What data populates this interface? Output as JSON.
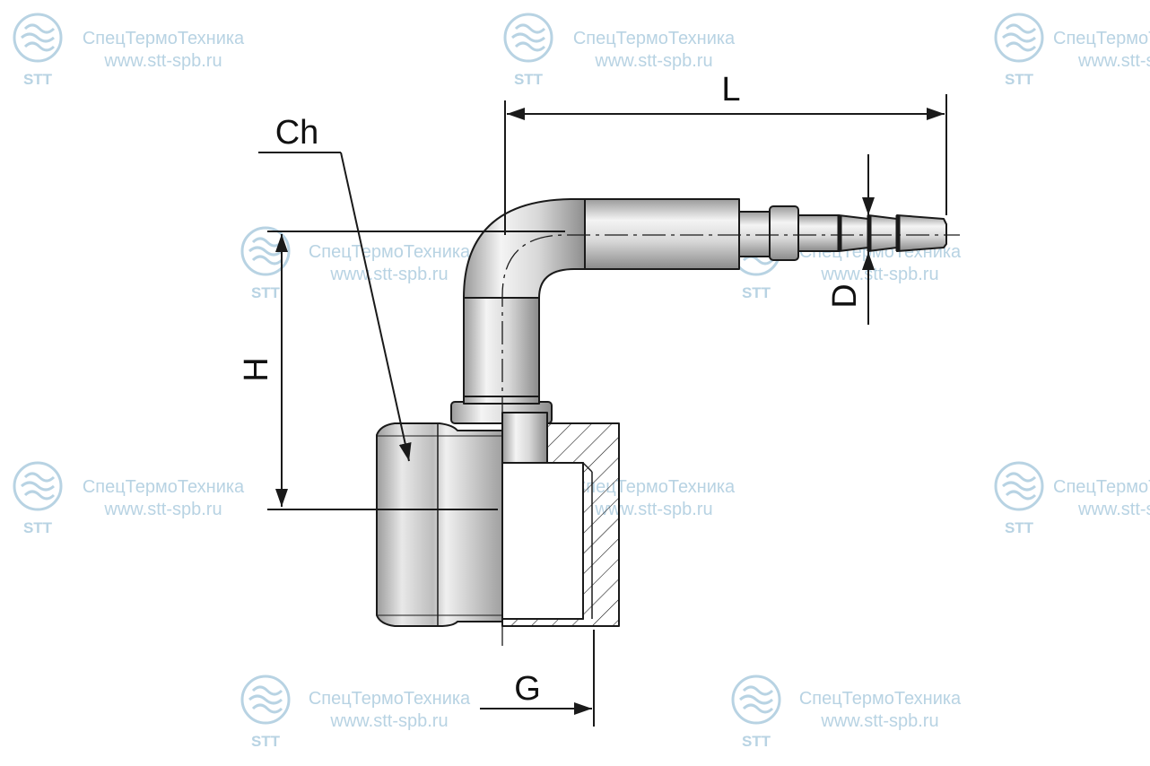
{
  "watermark": {
    "company": "СпецТермоТехника",
    "url": "www.stt-spb.ru",
    "logo_text": "STT",
    "color": "#b8d3e3"
  },
  "labels": {
    "chamfer": "Ch",
    "length": "L",
    "height": "H",
    "thread": "G",
    "diameter": "D"
  },
  "colors": {
    "line": "#1a1a1a",
    "metal_light": "#f2f2f2",
    "metal_mid": "#c8c8c8",
    "metal_dark": "#8a8a8a"
  }
}
